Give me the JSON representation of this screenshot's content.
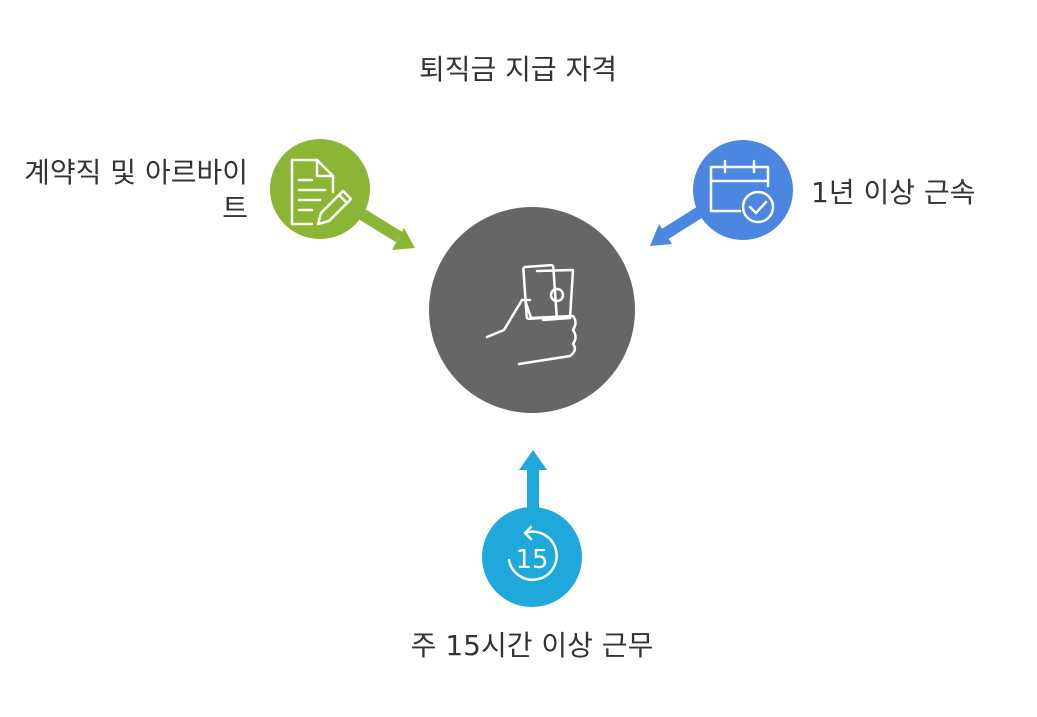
{
  "title": "퇴직금 지급 자격",
  "center": {
    "icon": "hand-holding-money-icon",
    "color": "#666666"
  },
  "nodes": [
    {
      "id": "contract",
      "label": "계약직 및 아르바이트",
      "icon": "document-pen-icon",
      "color": "#8bb534"
    },
    {
      "id": "tenure",
      "label": "1년 이상 근속",
      "icon": "calendar-check-icon",
      "color": "#4b86e0"
    },
    {
      "id": "hours",
      "label": "주 15시간 이상 근무",
      "icon": "clock-15-icon",
      "icon_text": "15",
      "color": "#1ea8db"
    }
  ]
}
